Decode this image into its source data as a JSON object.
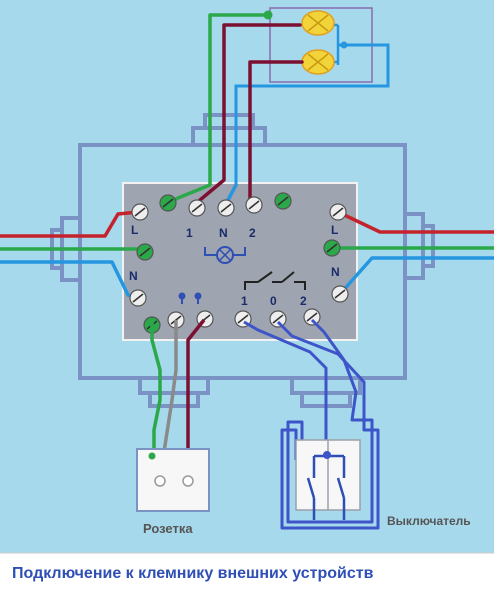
{
  "colors": {
    "background": "#a6d9ec",
    "box_outline": "#7b93c4",
    "panel": "#9ea5b0",
    "wire_live": "#c4232b",
    "wire_neutral": "#2596e0",
    "wire_ground": "#2aa84a",
    "wire_dark": "#7b1030",
    "wire_switch": "#3d55c8",
    "wire_grey": "#8a8a8a",
    "terminal_face": "#eeeeee",
    "lamp": "#f2d43a",
    "caption": "#2f4fb5"
  },
  "labels": {
    "box_left_L": "L",
    "box_left_N": "N",
    "box_right_L": "L",
    "box_right_N": "N",
    "lamp_1": "1",
    "lamp_N": "N",
    "lamp_2": "2",
    "switch_1": "1",
    "switch_0": "0",
    "switch_2": "2",
    "socket": "Розетка",
    "switch": "Выключатель"
  },
  "caption": "Подключение к клемнику внешних устройств"
}
